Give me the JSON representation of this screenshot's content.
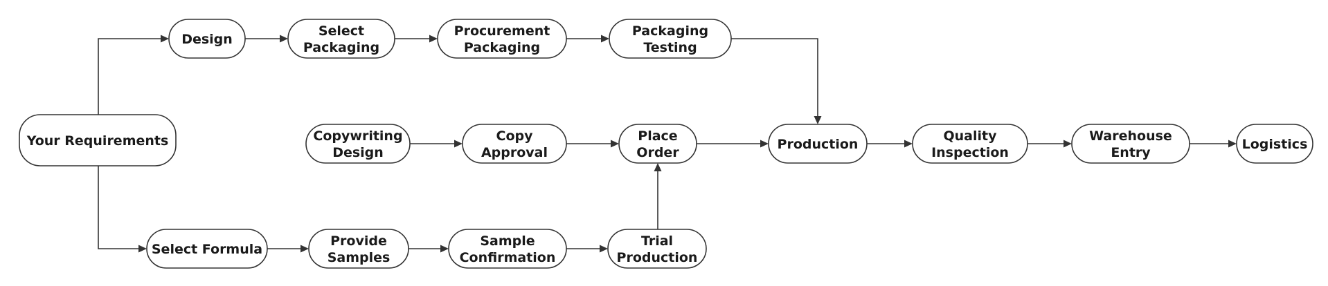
{
  "diagram": {
    "nodes": {
      "requirements": {
        "lines": [
          "Your Requirements"
        ]
      },
      "design": {
        "lines": [
          "Design"
        ]
      },
      "select_packaging": {
        "lines": [
          "Select",
          "Packaging"
        ]
      },
      "procurement_packaging": {
        "lines": [
          "Procurement",
          "Packaging"
        ]
      },
      "packaging_testing": {
        "lines": [
          "Packaging",
          "Testing"
        ]
      },
      "copywriting_design": {
        "lines": [
          "Copywriting",
          "Design"
        ]
      },
      "copy_approval": {
        "lines": [
          "Copy",
          "Approval"
        ]
      },
      "place_order": {
        "lines": [
          "Place",
          "Order"
        ]
      },
      "production": {
        "lines": [
          "Production"
        ]
      },
      "quality_inspection": {
        "lines": [
          "Quality",
          "Inspection"
        ]
      },
      "warehouse_entry": {
        "lines": [
          "Warehouse",
          "Entry"
        ]
      },
      "logistics": {
        "lines": [
          "Logistics"
        ]
      },
      "select_formula": {
        "lines": [
          "Select Formula"
        ]
      },
      "provide_samples": {
        "lines": [
          "Provide",
          "Samples"
        ]
      },
      "sample_confirmation": {
        "lines": [
          "Sample",
          "Confirmation"
        ]
      },
      "trial_production": {
        "lines": [
          "Trial",
          "Production"
        ]
      }
    },
    "edges": [
      {
        "from": "requirements",
        "to": "design"
      },
      {
        "from": "design",
        "to": "select_packaging"
      },
      {
        "from": "select_packaging",
        "to": "procurement_packaging"
      },
      {
        "from": "procurement_packaging",
        "to": "packaging_testing"
      },
      {
        "from": "packaging_testing",
        "to": "production"
      },
      {
        "from": "copywriting_design",
        "to": "copy_approval"
      },
      {
        "from": "copy_approval",
        "to": "place_order"
      },
      {
        "from": "place_order",
        "to": "production"
      },
      {
        "from": "production",
        "to": "quality_inspection"
      },
      {
        "from": "quality_inspection",
        "to": "warehouse_entry"
      },
      {
        "from": "warehouse_entry",
        "to": "logistics"
      },
      {
        "from": "requirements",
        "to": "select_formula"
      },
      {
        "from": "select_formula",
        "to": "provide_samples"
      },
      {
        "from": "provide_samples",
        "to": "sample_confirmation"
      },
      {
        "from": "sample_confirmation",
        "to": "trial_production"
      },
      {
        "from": "trial_production",
        "to": "place_order"
      }
    ]
  }
}
